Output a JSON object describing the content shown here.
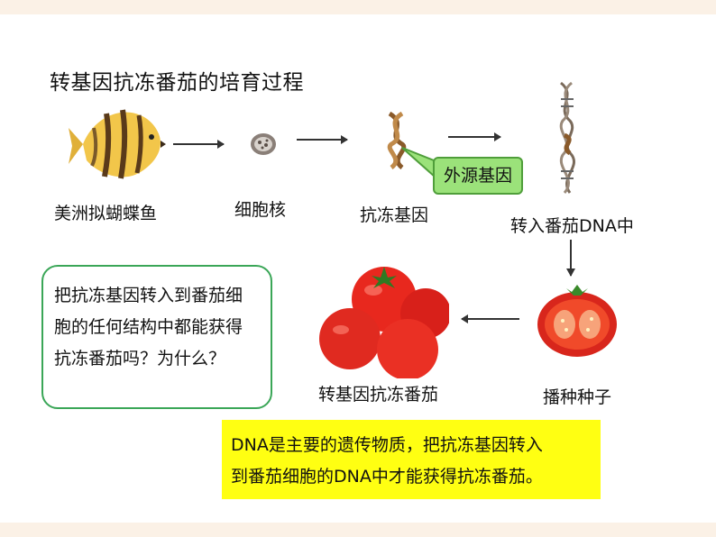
{
  "title": "转基因抗冻番茄的培育过程",
  "steps": {
    "fish": "美洲拟蝴蝶鱼",
    "nucleus": "细胞核",
    "gene": "抗冻基因",
    "transfer": "转入番茄DNA中",
    "seed": "播种种子",
    "result": "转基因抗冻番茄"
  },
  "callout": "外源基因",
  "question": [
    "把抗冻基因转入到番茄细",
    "胞的任何结构中都能获得",
    "抗冻番茄吗？为什么？"
  ],
  "answer": [
    "DNA是主要的遗传物质，把抗冻基因转入",
    "到番茄细胞的DNA中才能获得抗冻番茄。"
  ],
  "colors": {
    "question_border": "#3aa657",
    "answer_bg": "#ffff12",
    "callout_bg": "#9be27a"
  }
}
